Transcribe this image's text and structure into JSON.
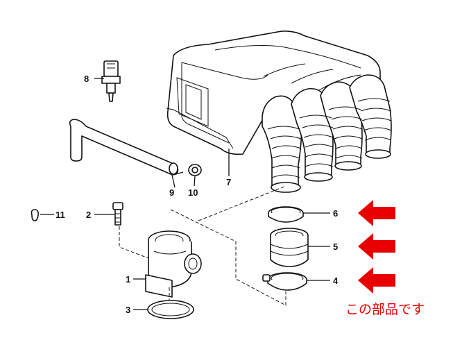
{
  "diagram": {
    "callouts": [
      {
        "id": "1",
        "text": "1"
      },
      {
        "id": "2",
        "text": "2"
      },
      {
        "id": "3",
        "text": "3"
      },
      {
        "id": "4",
        "text": "4"
      },
      {
        "id": "5",
        "text": "5"
      },
      {
        "id": "6",
        "text": "6"
      },
      {
        "id": "7",
        "text": "7"
      },
      {
        "id": "8",
        "text": "8"
      },
      {
        "id": "9",
        "text": "9"
      },
      {
        "id": "10",
        "text": "10"
      },
      {
        "id": "11",
        "text": "11"
      }
    ],
    "highlight": {
      "note": "この部品です",
      "arrow_color": "#e60000",
      "targets": [
        "6",
        "5",
        "4"
      ]
    }
  }
}
